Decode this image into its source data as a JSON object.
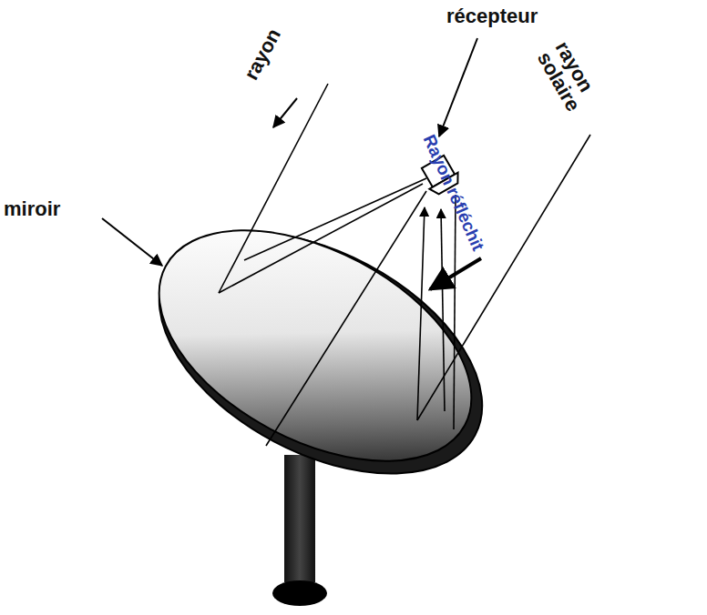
{
  "diagram": {
    "labels": [
      "récepteur",
      "rayon",
      "miroir",
      "Rayon réfléchit",
      "rayon solaire"
    ]
  }
}
